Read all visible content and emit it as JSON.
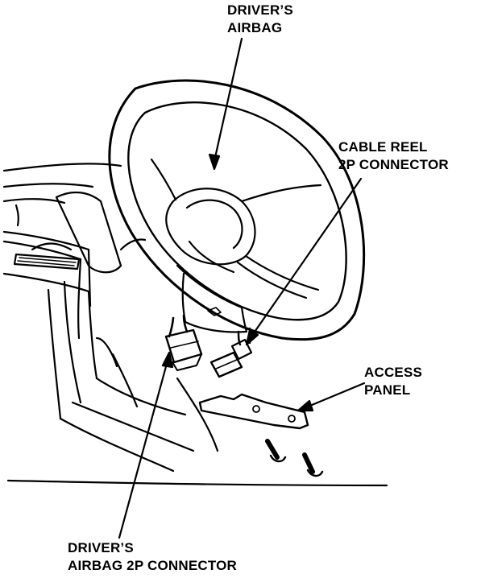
{
  "labels": {
    "drivers_airbag": {
      "line1": "DRIVER’S",
      "line2": "AIRBAG"
    },
    "cable_reel_connector": {
      "line1": "CABLE REEL",
      "line2": "2P CONNECTOR"
    },
    "access_panel": {
      "line1": "ACCESS",
      "line2": "PANEL"
    },
    "drivers_airbag_connector": {
      "line1": "DRIVER’S",
      "line2": "AIRBAG 2P CONNECTOR"
    }
  },
  "colors": {
    "ink": "#000000",
    "paper": "#ffffff"
  }
}
